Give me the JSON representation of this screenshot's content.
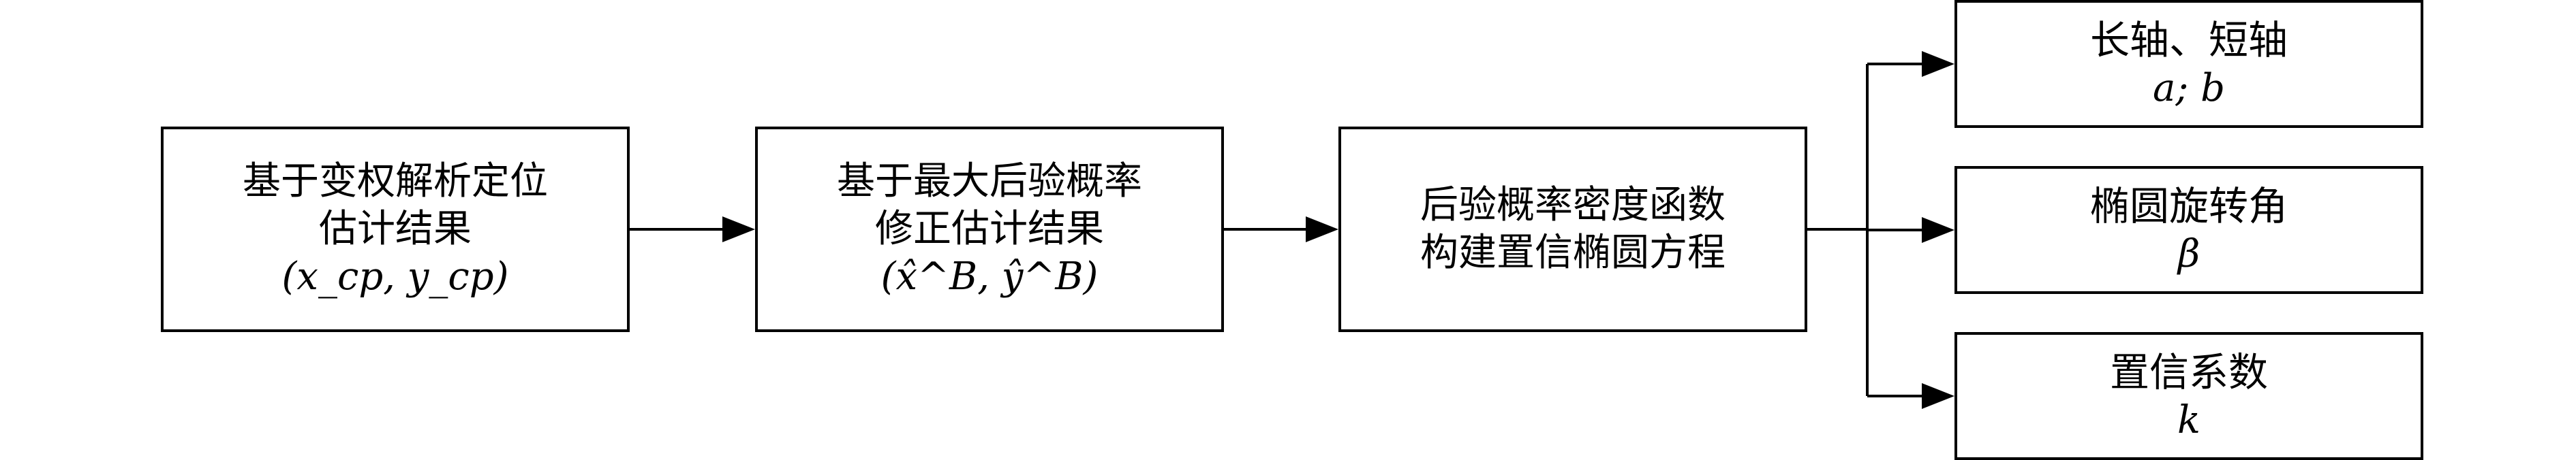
{
  "nodes": {
    "a": {
      "lines": [
        "基于变权解析定位",
        "估计结果"
      ],
      "math": "(x_cp, y_cp)"
    },
    "b": {
      "lines": [
        "基于最大后验概率",
        "修正估计结果"
      ],
      "math": "(x̂^B, ŷ^B)"
    },
    "c": {
      "lines": [
        "后验概率密度函数",
        "构建置信椭圆方程"
      ]
    },
    "d": {
      "label": "长轴、短轴",
      "math": "a; b"
    },
    "e": {
      "label": "椭圆旋转角",
      "math": "β"
    },
    "f": {
      "label": "置信系数",
      "math": "k"
    }
  },
  "edges": [
    [
      "a",
      "b"
    ],
    [
      "b",
      "c"
    ],
    [
      "c",
      "d"
    ],
    [
      "c",
      "e"
    ],
    [
      "c",
      "f"
    ]
  ]
}
